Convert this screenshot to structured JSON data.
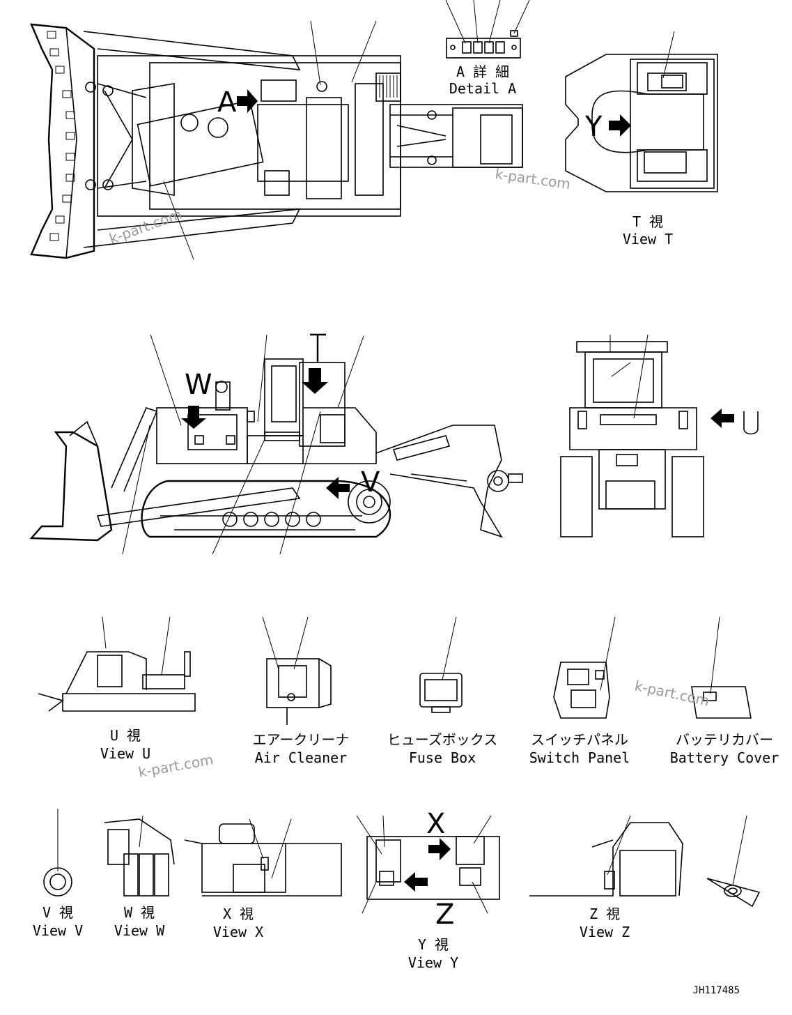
{
  "watermark": "k-part.com",
  "drawing_number": "JH117485",
  "callouts": {
    "A": "A",
    "T": "T",
    "U": "U",
    "V": "V",
    "W": "W",
    "X": "X",
    "Y": "Y",
    "Z": "Z"
  },
  "views": {
    "detail_a": {
      "jp": "A 詳 細",
      "en": "Detail A"
    },
    "view_t": {
      "jp": "T 視",
      "en": "View T"
    },
    "view_u": {
      "jp": "U 視",
      "en": "View U"
    },
    "air_cleaner": {
      "jp": "エアークリーナ",
      "en": "Air Cleaner"
    },
    "fuse_box": {
      "jp": "ヒューズボックス",
      "en": "Fuse Box"
    },
    "switch_panel": {
      "jp": "スイッチパネル",
      "en": "Switch Panel"
    },
    "battery_cover": {
      "jp": "バッテリカバー",
      "en": "Battery Cover"
    },
    "view_v": {
      "jp": "V 視",
      "en": "View V"
    },
    "view_w": {
      "jp": "W 視",
      "en": "View W"
    },
    "view_x": {
      "jp": "X 視",
      "en": "View X"
    },
    "view_y": {
      "jp": "Y 視",
      "en": "View Y"
    },
    "view_z": {
      "jp": "Z 視",
      "en": "View Z"
    }
  }
}
